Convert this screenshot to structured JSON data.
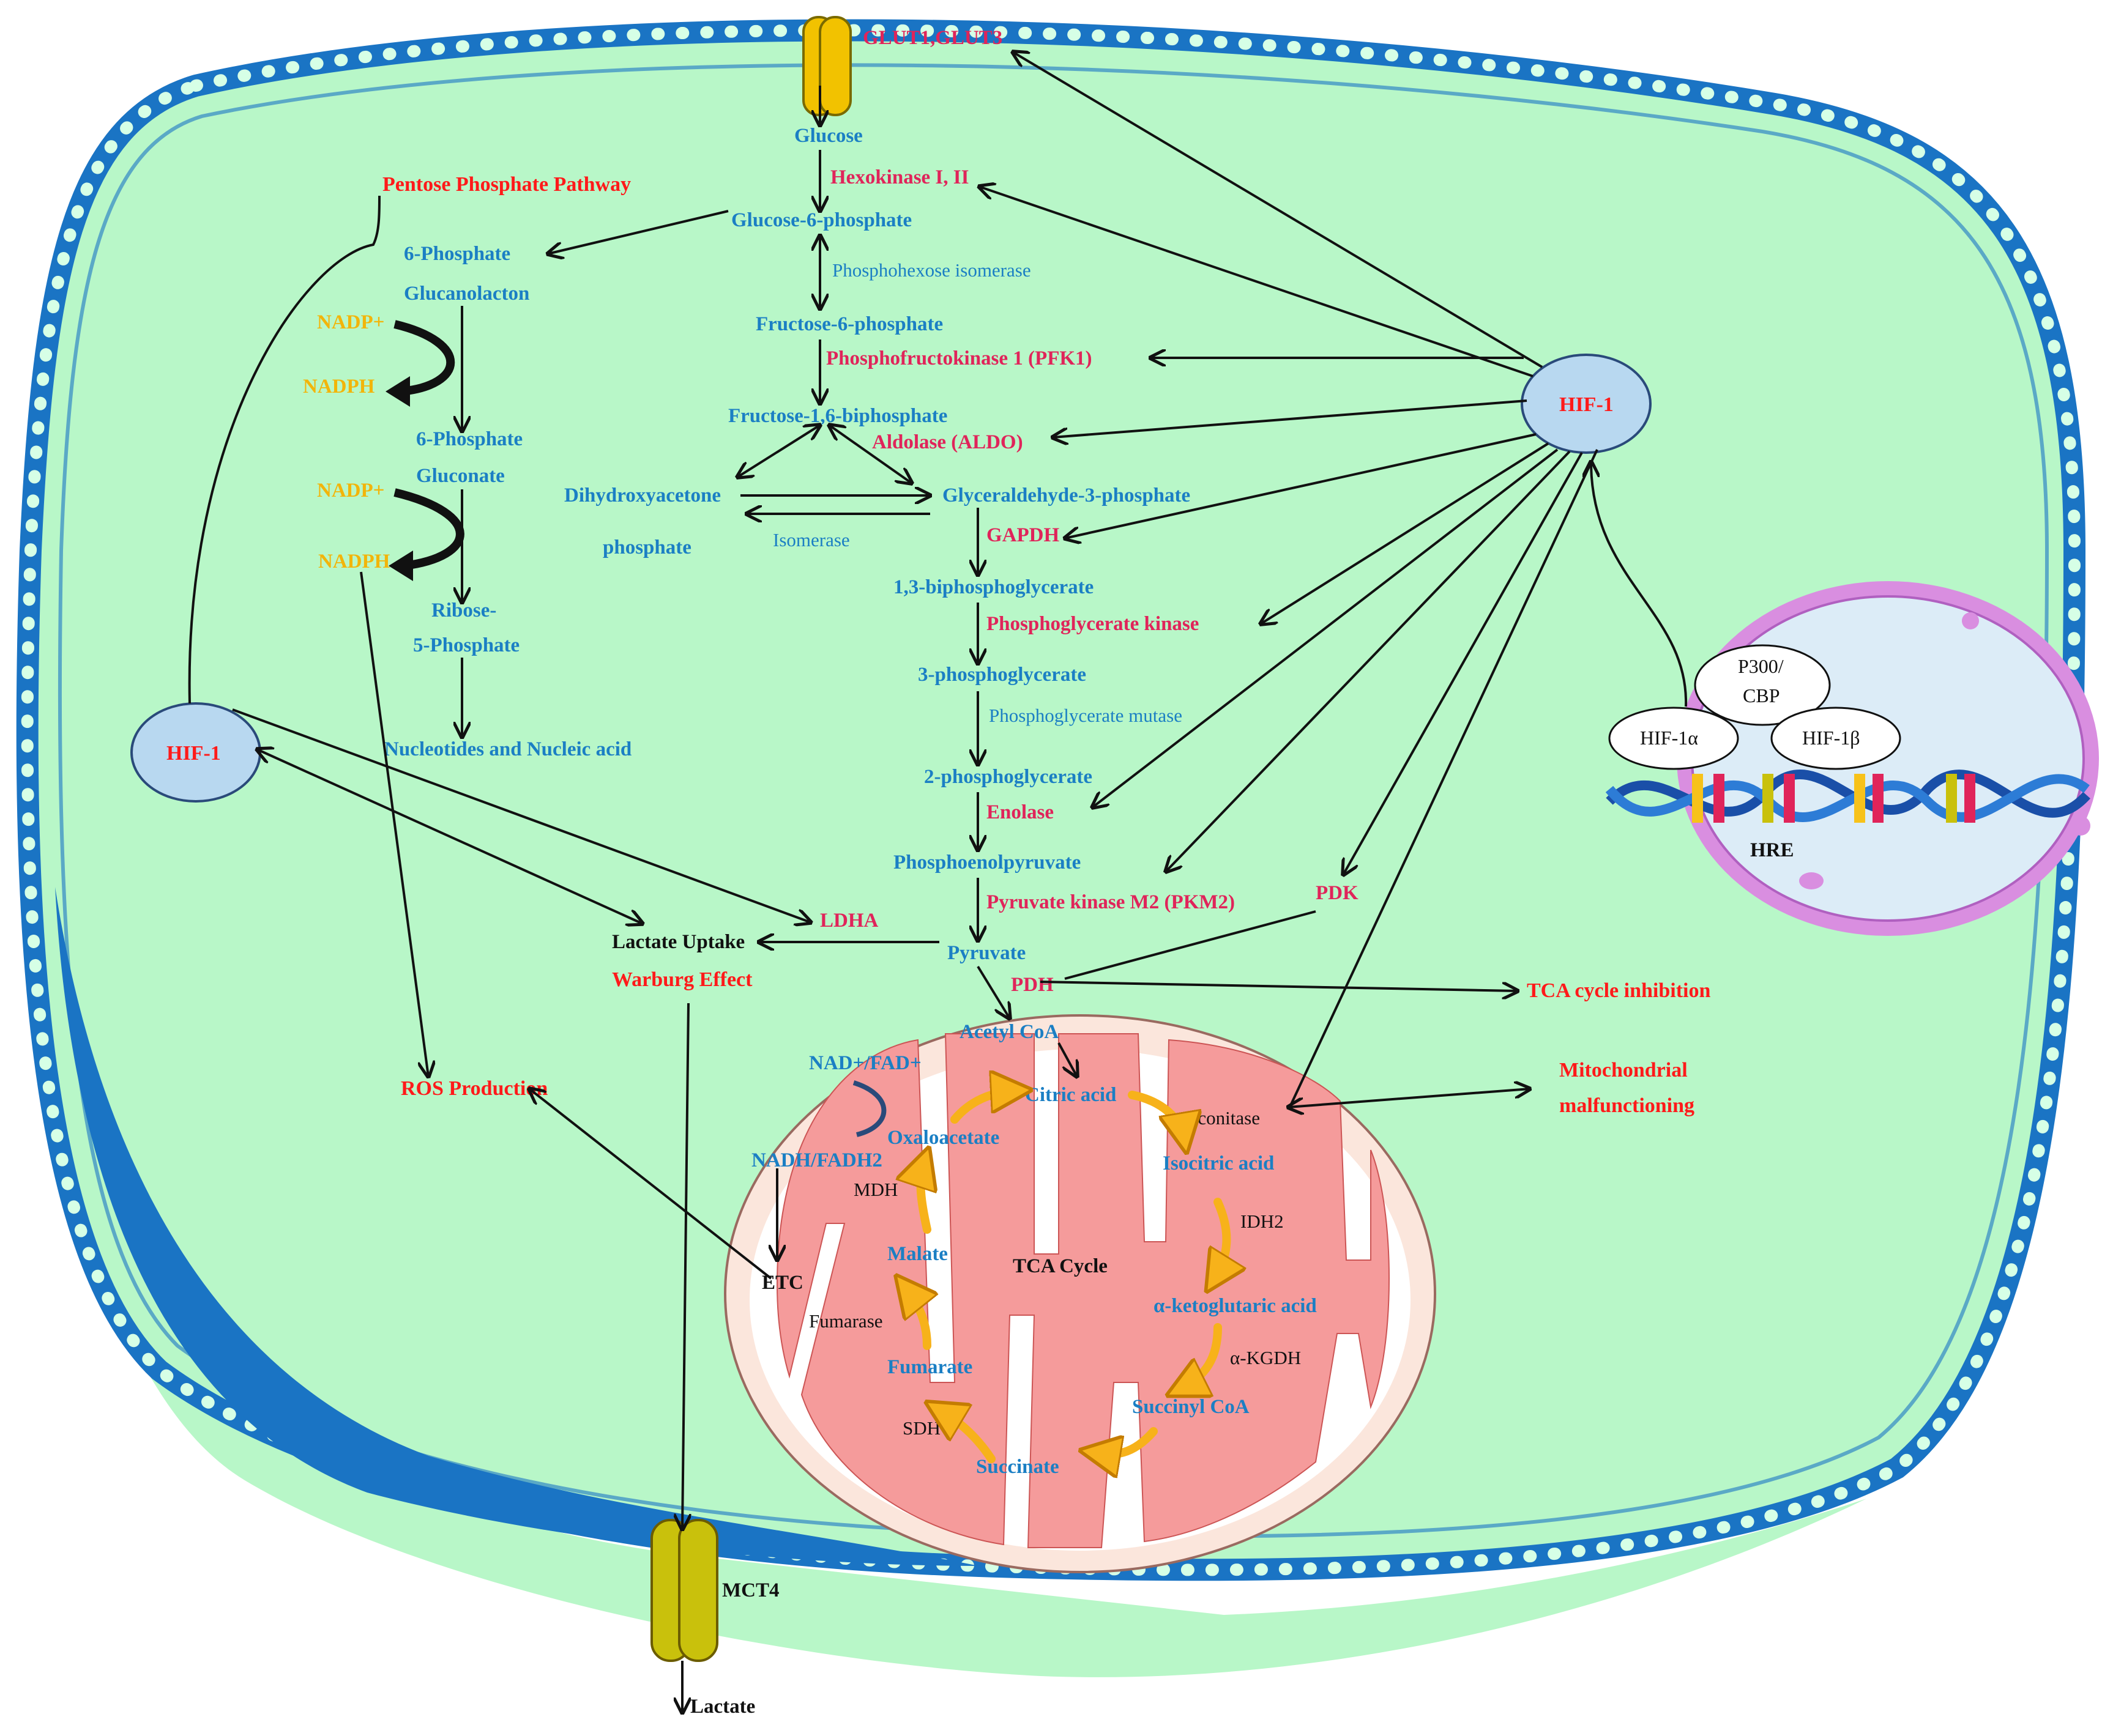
{
  "membrane": {
    "transporter_top": "GLUT1,GLUT3",
    "transporter_bottom": "MCT4",
    "export": "Lactate"
  },
  "glycolysis": {
    "glucose": "Glucose",
    "hexokinase": "Hexokinase I, II",
    "g6p": "Glucose-6-phosphate",
    "phi": "Phosphohexose isomerase",
    "f6p": "Fructose-6-phosphate",
    "pfk": "Phosphofructokinase 1 (PFK1)",
    "f16bp": "Fructose-1,6-biphosphate",
    "aldolase": "Aldolase (ALDO)",
    "dhap1": "Dihydroxyacetone",
    "dhap2": "phosphate",
    "g3p": "Glyceraldehyde-3-phosphate",
    "isomerase": "Isomerase",
    "gapdh": "GAPDH",
    "bpg": "1,3-biphosphoglycerate",
    "pgk": "Phosphoglycerate kinase",
    "pg3": "3-phosphoglycerate",
    "pgm": "Phosphoglycerate mutase",
    "pg2": "2-phosphoglycerate",
    "enolase": "Enolase",
    "pep": "Phosphoenolpyruvate",
    "pkm2": "Pyruvate kinase M2 (PKM2)",
    "pyruvate": "Pyruvate",
    "pdk": "PDK",
    "pdh": "PDH",
    "ldha": "LDHA"
  },
  "ppp": {
    "title": "Pentose Phosphate Pathway",
    "glucanolacton1": "6-Phosphate",
    "glucanolacton2": "Glucanolacton",
    "nadp1": "NADP+",
    "nadph1": "NADPH",
    "gluconate1": "6-Phosphate",
    "gluconate2": "Gluconate",
    "nadp2": "NADP+",
    "nadph2": "NADPH",
    "ribose1": "Ribose-",
    "ribose2": "5-Phosphate",
    "nucleotides": "Nucleotides and Nucleic acid"
  },
  "outputs": {
    "lactate_uptake": "Lactate Uptake",
    "warburg": "Warburg Effect",
    "ros": "ROS Production",
    "tca_inhibition": "TCA cycle inhibition",
    "mito_malf1": "Mitochondrial",
    "mito_malf2": "malfunctioning"
  },
  "hif": {
    "right": "HIF-1",
    "left": "HIF-1"
  },
  "nucleus": {
    "p300a": "P300/",
    "p300b": "CBP",
    "alpha": "HIF-1α",
    "beta": "HIF-1β",
    "hre": "HRE"
  },
  "tca": {
    "acetyl": "Acetyl CoA",
    "citric": "Citric acid",
    "aconitase": "Aconitase",
    "isocitric": "Isocitric acid",
    "idh2": "IDH2",
    "akg": "α-ketoglutaric acid",
    "akgdh": "α-KGDH",
    "succoa": "Succinyl CoA",
    "succinate": "Succinate",
    "sdh": "SDH",
    "fumarate": "Fumarate",
    "fumarase": "Fumarase",
    "malate": "Malate",
    "mdh": "MDH",
    "oxaloacetate": "Oxaloacetate",
    "cycle": "TCA Cycle",
    "nad": "NAD+/FAD+",
    "nadh": "NADH/FADH2",
    "etc": "ETC"
  },
  "colors": {
    "cytoplasm": "#b8f7c8",
    "membrane": "#1a74c4",
    "mito": "#f59b9b",
    "hif": "#b8d8f0",
    "nucleus": "#dcecf7",
    "nuclear_envelope": "#d98ee0"
  }
}
